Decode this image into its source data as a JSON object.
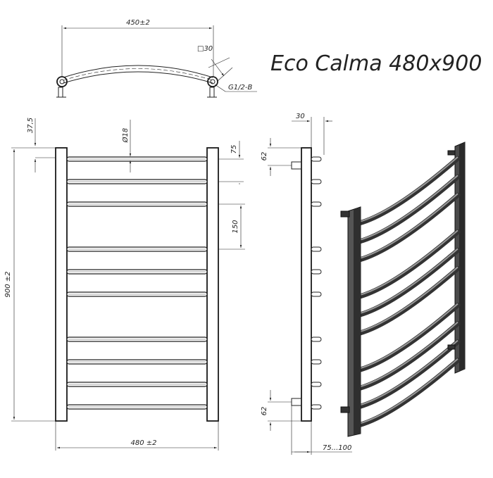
{
  "title": "Eco Calma  480x900",
  "top_view": {
    "width_dim": "450±2",
    "profile_dim": "□30",
    "thread_label": "G1/2-B"
  },
  "front_view": {
    "top_offset_dim": "37,5",
    "tube_diameter_dim": "Ø18",
    "first_gap_dim": "75",
    "group_gap_dim": "150",
    "height_dim": "900 ±2",
    "width_dim": "480 ±2",
    "rungs_count": 10
  },
  "side_view": {
    "depth_dim": "30",
    "top_connection_dim": "62",
    "bottom_connection_dim": "62",
    "wall_offset_dim": "75...100"
  }
}
